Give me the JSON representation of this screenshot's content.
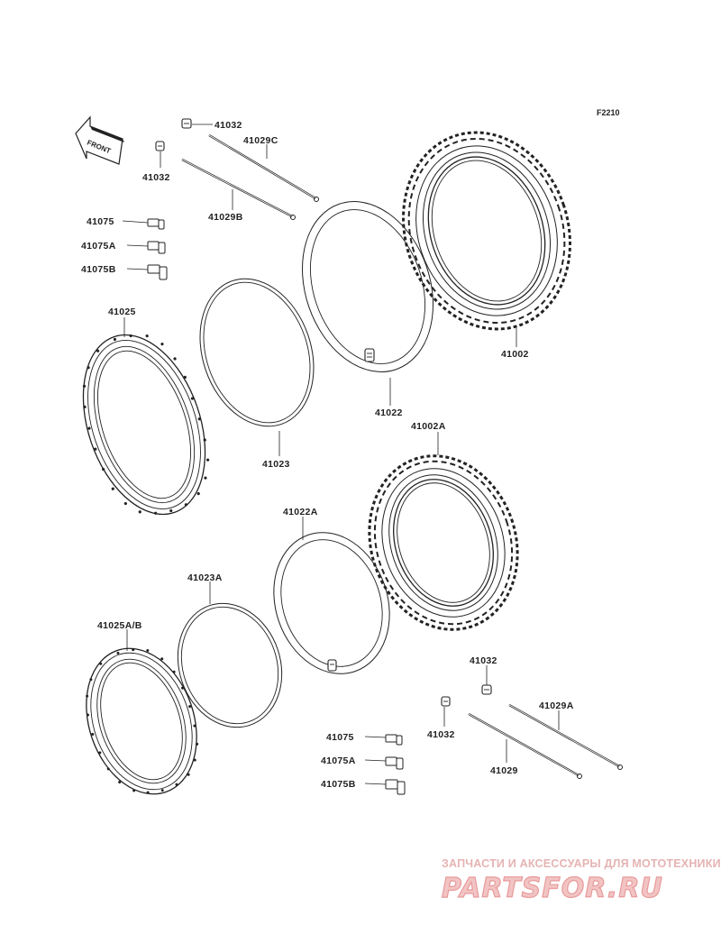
{
  "figure_code": "F2210",
  "front_arrow_text": "FRONT",
  "parts": {
    "p41032_a": "41032",
    "p41029c": "41029C",
    "p41032_b": "41032",
    "p41029b": "41029B",
    "p41075": "41075",
    "p41075a": "41075A",
    "p41075b": "41075B",
    "p41025": "41025",
    "p41023": "41023",
    "p41022": "41022",
    "p41002": "41002",
    "p41002a": "41002A",
    "p41022a": "41022A",
    "p41023a": "41023A",
    "p41025ab": "41025A/B",
    "p41032_c": "41032",
    "p41032_d": "41032",
    "p41029a": "41029A",
    "p41029": "41029",
    "p41075_2": "41075",
    "p41075a_2": "41075A",
    "p41075b_2": "41075B"
  },
  "watermark": {
    "tagline": "ЗАПЧАСТИ И АКСЕССУАРЫ ДЛЯ МОТОТЕХНИКИ",
    "brand": "PARTSFOR.RU"
  },
  "colors": {
    "line": "#222222",
    "watermark": "#e79a9a"
  }
}
